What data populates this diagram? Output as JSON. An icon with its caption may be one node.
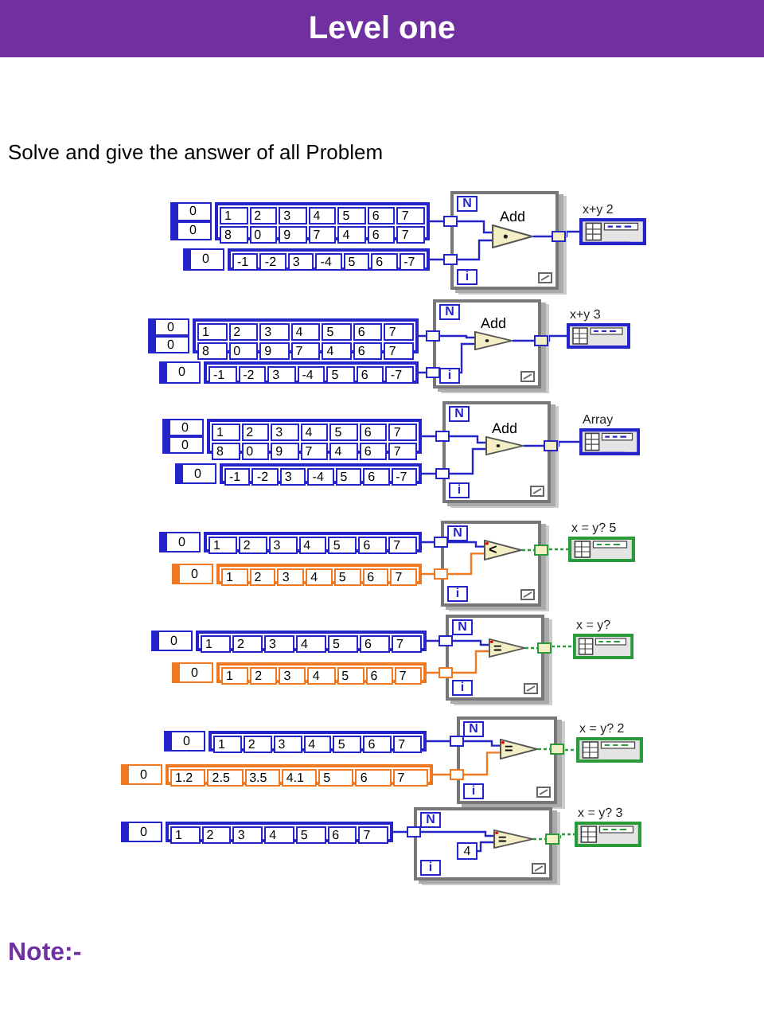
{
  "diagram": {
    "title": "Level one",
    "nodes": [
      {
        "text": [
          "0",
          "0",
          "1",
          "2",
          "3",
          "4",
          "5",
          "6",
          "7",
          "8",
          "0",
          "9",
          "7",
          "4",
          "6",
          "7"
        ]
      },
      {
        "text": [
          "0",
          "-1",
          "-2",
          "3",
          "-4",
          "5",
          "6",
          "-7"
        ]
      },
      {
        "text": [],
        "shape": "box"
      },
      {
        "text": [
          "Add"
        ],
        "in": 2
      },
      {
        "text": [
          "x+y 2"
        ]
      },
      {
        "text": [
          "0",
          "0",
          "1",
          "2",
          "3",
          "4",
          "5",
          "6",
          "7",
          "8",
          "0",
          "9",
          "7",
          "4",
          "6",
          "7"
        ]
      },
      {
        "text": [
          "0",
          "-1",
          "-2",
          "3",
          "-4",
          "5",
          "6",
          "-7"
        ]
      },
      {
        "text": [],
        "shape": "box"
      },
      {
        "text": [
          "Add"
        ],
        "in": 7
      },
      {
        "text": [
          "x+y 3"
        ]
      },
      {
        "text": [
          "0",
          "0",
          "1",
          "2",
          "3",
          "4",
          "5",
          "6",
          "7",
          "8",
          "0",
          "9",
          "7",
          "4",
          "6",
          "7"
        ]
      },
      {
        "text": [
          "0",
          "-1",
          "-2",
          "3",
          "-4",
          "5",
          "6",
          "-7"
        ]
      },
      {
        "text": [],
        "shape": "box"
      },
      {
        "text": [
          "Add"
        ],
        "in": 12
      },
      {
        "text": [
          "Array"
        ]
      },
      {
        "text": [
          "0",
          "1",
          "2",
          "3",
          "4",
          "5",
          "6",
          "7"
        ]
      },
      {
        "text": [
          "0",
          "1",
          "2",
          "3",
          "4",
          "5",
          "6",
          "7"
        ]
      },
      {
        "text": [],
        "shape": "box"
      },
      {
        "text": [
          "<"
        ],
        "in": 17
      },
      {
        "text": [
          "x = y? 5"
        ]
      },
      {
        "text": [
          "0",
          "1",
          "2",
          "3",
          "4",
          "5",
          "6",
          "7"
        ]
      },
      {
        "text": [
          "0",
          "1",
          "2",
          "3",
          "4",
          "5",
          "6",
          "7"
        ]
      },
      {
        "text": [],
        "shape": "box"
      },
      {
        "text": [
          "="
        ],
        "in": 22
      },
      {
        "text": [
          "x = y?"
        ]
      },
      {
        "text": [
          "0",
          "1",
          "2",
          "3",
          "4",
          "5",
          "6",
          "7"
        ]
      },
      {
        "text": [
          "0",
          "1.2",
          "2.5",
          "3.5",
          "4.1",
          "5",
          "6",
          "7"
        ]
      },
      {
        "text": [],
        "shape": "box"
      },
      {
        "text": [
          "="
        ],
        "in": 27
      },
      {
        "text": [
          "x = y? 2"
        ]
      },
      {
        "text": [
          "0",
          "1",
          "2",
          "3",
          "4",
          "5",
          "6",
          "7"
        ]
      },
      {
        "text": [],
        "shape": "box"
      },
      {
        "text": [
          "4"
        ],
        "in": 31
      },
      {
        "text": [
          "="
        ],
        "in": 31
      },
      {
        "text": [
          "x = y? 3"
        ]
      },
      {
        "text": [
          "N"
        ],
        "in": 2
      },
      {
        "text": [
          "i"
        ],
        "in": 2
      },
      {
        "text": [
          "N"
        ],
        "in": 7
      },
      {
        "text": [
          "i"
        ],
        "in": 7
      },
      {
        "text": [
          "N"
        ],
        "in": 12
      },
      {
        "text": [
          "i"
        ],
        "in": 12
      },
      {
        "text": [
          "N"
        ],
        "in": 17
      },
      {
        "text": [
          "i"
        ],
        "in": 17
      },
      {
        "text": [
          "N"
        ],
        "in": 22
      },
      {
        "text": [
          "i"
        ],
        "in": 22
      },
      {
        "text": [
          "N"
        ],
        "in": 27
      },
      {
        "text": [
          "i"
        ],
        "in": 27
      },
      {
        "text": [
          "N"
        ],
        "in": 31
      },
      {
        "text": [
          "i"
        ],
        "in": 31
      }
    ],
    "edges": [
      {
        "from": 0,
        "to": 3,
        "arrow": "none"
      },
      {
        "from": 1,
        "to": 3,
        "arrow": "none"
      },
      {
        "from": 3,
        "to": 4,
        "arrow": "none"
      },
      {
        "from": 5,
        "to": 8,
        "arrow": "none"
      },
      {
        "from": 6,
        "to": 8,
        "arrow": "none"
      },
      {
        "from": 8,
        "to": 9,
        "arrow": "none"
      },
      {
        "from": 10,
        "to": 13,
        "arrow": "none"
      },
      {
        "from": 11,
        "to": 13,
        "arrow": "none"
      },
      {
        "from": 13,
        "to": 14,
        "arrow": "none"
      },
      {
        "from": 15,
        "to": 18,
        "arrow": "none"
      },
      {
        "from": 16,
        "to": 18,
        "arrow": "none",
        "color": "#f07820"
      },
      {
        "from": 18,
        "to": 19,
        "arrow": "none",
        "style": "dashed",
        "color": "#2a9a3a"
      },
      {
        "from": 20,
        "to": 23,
        "arrow": "none"
      },
      {
        "from": 21,
        "to": 23,
        "arrow": "none",
        "color": "#f07820"
      },
      {
        "from": 23,
        "to": 24,
        "arrow": "none",
        "style": "dashed",
        "color": "#2a9a3a"
      },
      {
        "from": 25,
        "to": 28,
        "arrow": "none"
      },
      {
        "from": 26,
        "to": 28,
        "arrow": "none",
        "color": "#f07820"
      },
      {
        "from": 28,
        "to": 29,
        "arrow": "none",
        "style": "dashed",
        "color": "#2a9a3a"
      },
      {
        "from": 30,
        "to": 33,
        "arrow": "none"
      },
      {
        "from": 32,
        "to": 33,
        "arrow": "none"
      },
      {
        "from": 33,
        "to": 34,
        "arrow": "none",
        "style": "dashed",
        "color": "#2a9a3a"
      }
    ],
    "labels": [
      "Solve and give the answer of all Problem",
      "Note:-"
    ]
  }
}
